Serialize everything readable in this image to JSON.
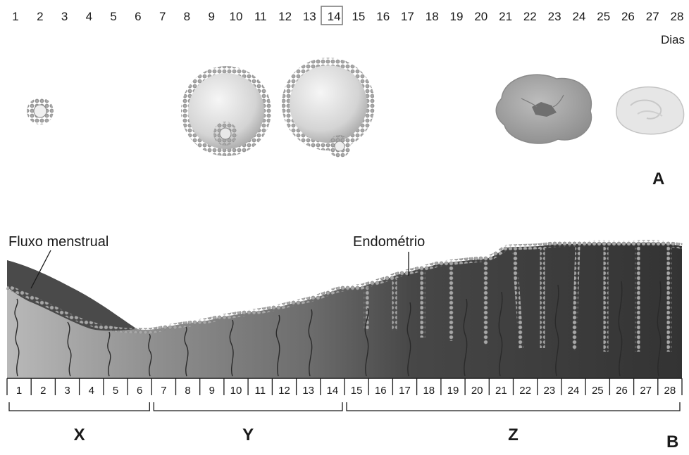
{
  "top_scale": {
    "days": [
      "1",
      "2",
      "3",
      "4",
      "5",
      "6",
      "7",
      "8",
      "9",
      "10",
      "11",
      "12",
      "13",
      "14",
      "15",
      "16",
      "17",
      "18",
      "19",
      "20",
      "21",
      "22",
      "23",
      "24",
      "25",
      "26",
      "27",
      "28"
    ],
    "highlight_day": "14",
    "unit_label": "Dias"
  },
  "panel_a": {
    "letter": "A"
  },
  "panel_b": {
    "letter": "B",
    "labels": {
      "menstrual_flow": "Fluxo menstrual",
      "endometrium": "Endométrio"
    },
    "days": [
      "1",
      "2",
      "3",
      "4",
      "5",
      "6",
      "7",
      "8",
      "9",
      "10",
      "11",
      "12",
      "13",
      "14",
      "15",
      "16",
      "17",
      "18",
      "19",
      "20",
      "21",
      "22",
      "23",
      "24",
      "25",
      "26",
      "27",
      "28"
    ],
    "phases": [
      {
        "letter": "X",
        "from_day": 1,
        "to_day": 6
      },
      {
        "letter": "Y",
        "from_day": 7,
        "to_day": 14
      },
      {
        "letter": "Z",
        "from_day": 15,
        "to_day": 28
      }
    ]
  },
  "colors": {
    "endometrium_dark": "#3a3a3a",
    "endometrium_light": "#bdbdbd",
    "cells": "#9a9a9a",
    "follicle": "#dcdcdc"
  }
}
